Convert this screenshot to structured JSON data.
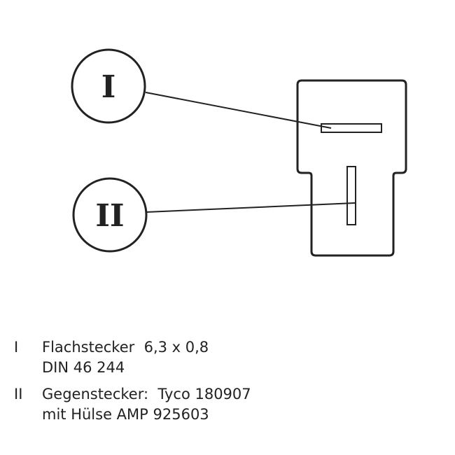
{
  "diagram": {
    "callouts": [
      {
        "label": "I"
      },
      {
        "label": "II"
      }
    ]
  },
  "legend": [
    {
      "numeral": "I",
      "lines": [
        "Flachstecker  6,3 x 0,8",
        "DIN 46 244"
      ]
    },
    {
      "numeral": "II",
      "lines": [
        "Gegenstecker:  Tyco 180907",
        "mit Hülse AMP 925603"
      ]
    }
  ]
}
